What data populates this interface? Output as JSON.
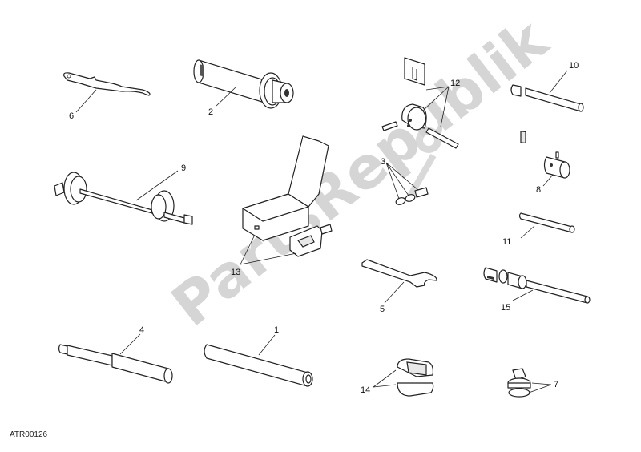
{
  "diagram": {
    "reference_code": "ATR00126",
    "watermark": "PartsRepublik",
    "colors": {
      "line": "#222222",
      "background": "#ffffff",
      "watermark": "#c8c8c8"
    },
    "parts": [
      {
        "callout": "1",
        "description": "cylindrical drift / sleeve tool"
      },
      {
        "callout": "2",
        "description": "flanged bushing installer"
      },
      {
        "callout": "3",
        "description": "set of small clips / spacers"
      },
      {
        "callout": "4",
        "description": "stepped shaft tool"
      },
      {
        "callout": "5",
        "description": "open-end flat wrench"
      },
      {
        "callout": "6",
        "description": "hook spanner wrench"
      },
      {
        "callout": "7",
        "description": "adapter plug with base"
      },
      {
        "callout": "8",
        "description": "small bushing with pin"
      },
      {
        "callout": "9",
        "description": "bearing puller / press with threaded rod"
      },
      {
        "callout": "10",
        "description": "stepped pin"
      },
      {
        "callout": "11",
        "description": "straight pin"
      },
      {
        "callout": "12",
        "description": "timing tool set (plate, disc, screw, rod)"
      },
      {
        "callout": "13",
        "description": "tool box with chain rivet tool"
      },
      {
        "callout": "14",
        "description": "split knurled collar"
      },
      {
        "callout": "15",
        "description": "extension tool with couplers"
      }
    ]
  }
}
